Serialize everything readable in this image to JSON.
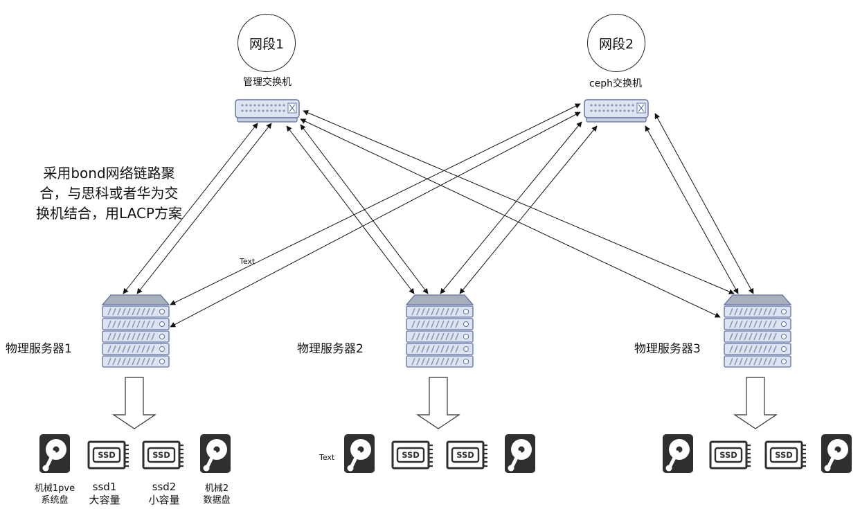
{
  "network_segments": [
    {
      "label": "网段1",
      "switch_label": "管理交换机"
    },
    {
      "label": "网段2",
      "switch_label": "ceph交换机"
    }
  ],
  "note": {
    "line1": "采用bond网络链路聚",
    "line2": "合，与思科或者华为交",
    "line3": "换机结合，用LACP方案"
  },
  "servers": [
    {
      "label": "物理服务器1"
    },
    {
      "label": "物理服务器2"
    },
    {
      "label": "物理服务器3"
    }
  ],
  "text_placeholders": {
    "edge_text": "Text",
    "disk_group2_text": "Text"
  },
  "disk_group1_labels": [
    {
      "line1": "机械1pve",
      "line2": "系统盘"
    },
    {
      "line1": "ssd1",
      "line2": "大容量"
    },
    {
      "line1": "ssd2",
      "line2": "小容量"
    },
    {
      "line1": "机械2",
      "line2": "数据盘"
    }
  ],
  "ssd_badge": "SSD",
  "icons": {
    "switch": "network-switch-icon",
    "server": "server-rack-icon",
    "hdd": "hard-disk-icon",
    "ssd": "ssd-icon",
    "arrow": "down-arrow-icon"
  },
  "colors": {
    "device_fill": "#dde3ef",
    "device_stroke": "#5b6fa5",
    "server_top": "#a9b0bd",
    "disk": "#2f2f2f",
    "line": "#111111"
  }
}
